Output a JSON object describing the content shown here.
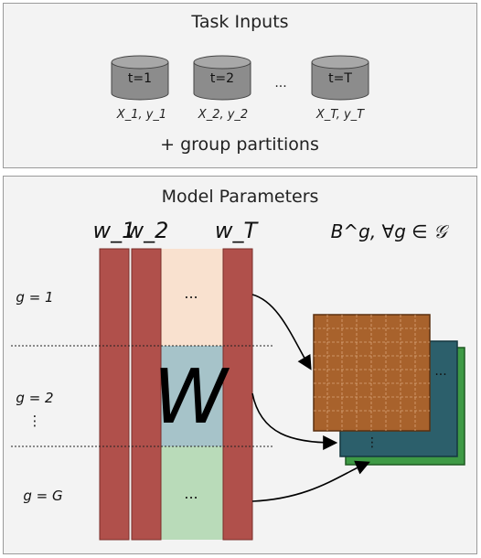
{
  "task_inputs": {
    "title": "Task Inputs",
    "cylinders": [
      {
        "label": "t=1",
        "caption": "X_1, y_1"
      },
      {
        "label": "t=2",
        "caption": "X_2, y_2"
      },
      {
        "label": "t=T",
        "caption": "X_T, y_T"
      }
    ],
    "ellipsis": "...",
    "footer": "+ group partitions"
  },
  "model_parameters": {
    "title": "Model Parameters",
    "column_labels": [
      "w_1",
      "w_2",
      "w_T"
    ],
    "matrix_symbol": "W",
    "b_label": "B^g, ∀g ∈ 𝒢",
    "groups": [
      "g = 1",
      "g = 2",
      "g = G"
    ],
    "vdots": "⋮",
    "cell_ellipsis": "...",
    "colors": {
      "column": "#b0504b",
      "group1": "#f9e1cf",
      "group2": "#a6c3c9",
      "group3": "#b9dbb9",
      "layer_brown": "#a8622c",
      "layer_teal": "#2c5f6b",
      "layer_green": "#3e9a45"
    }
  }
}
